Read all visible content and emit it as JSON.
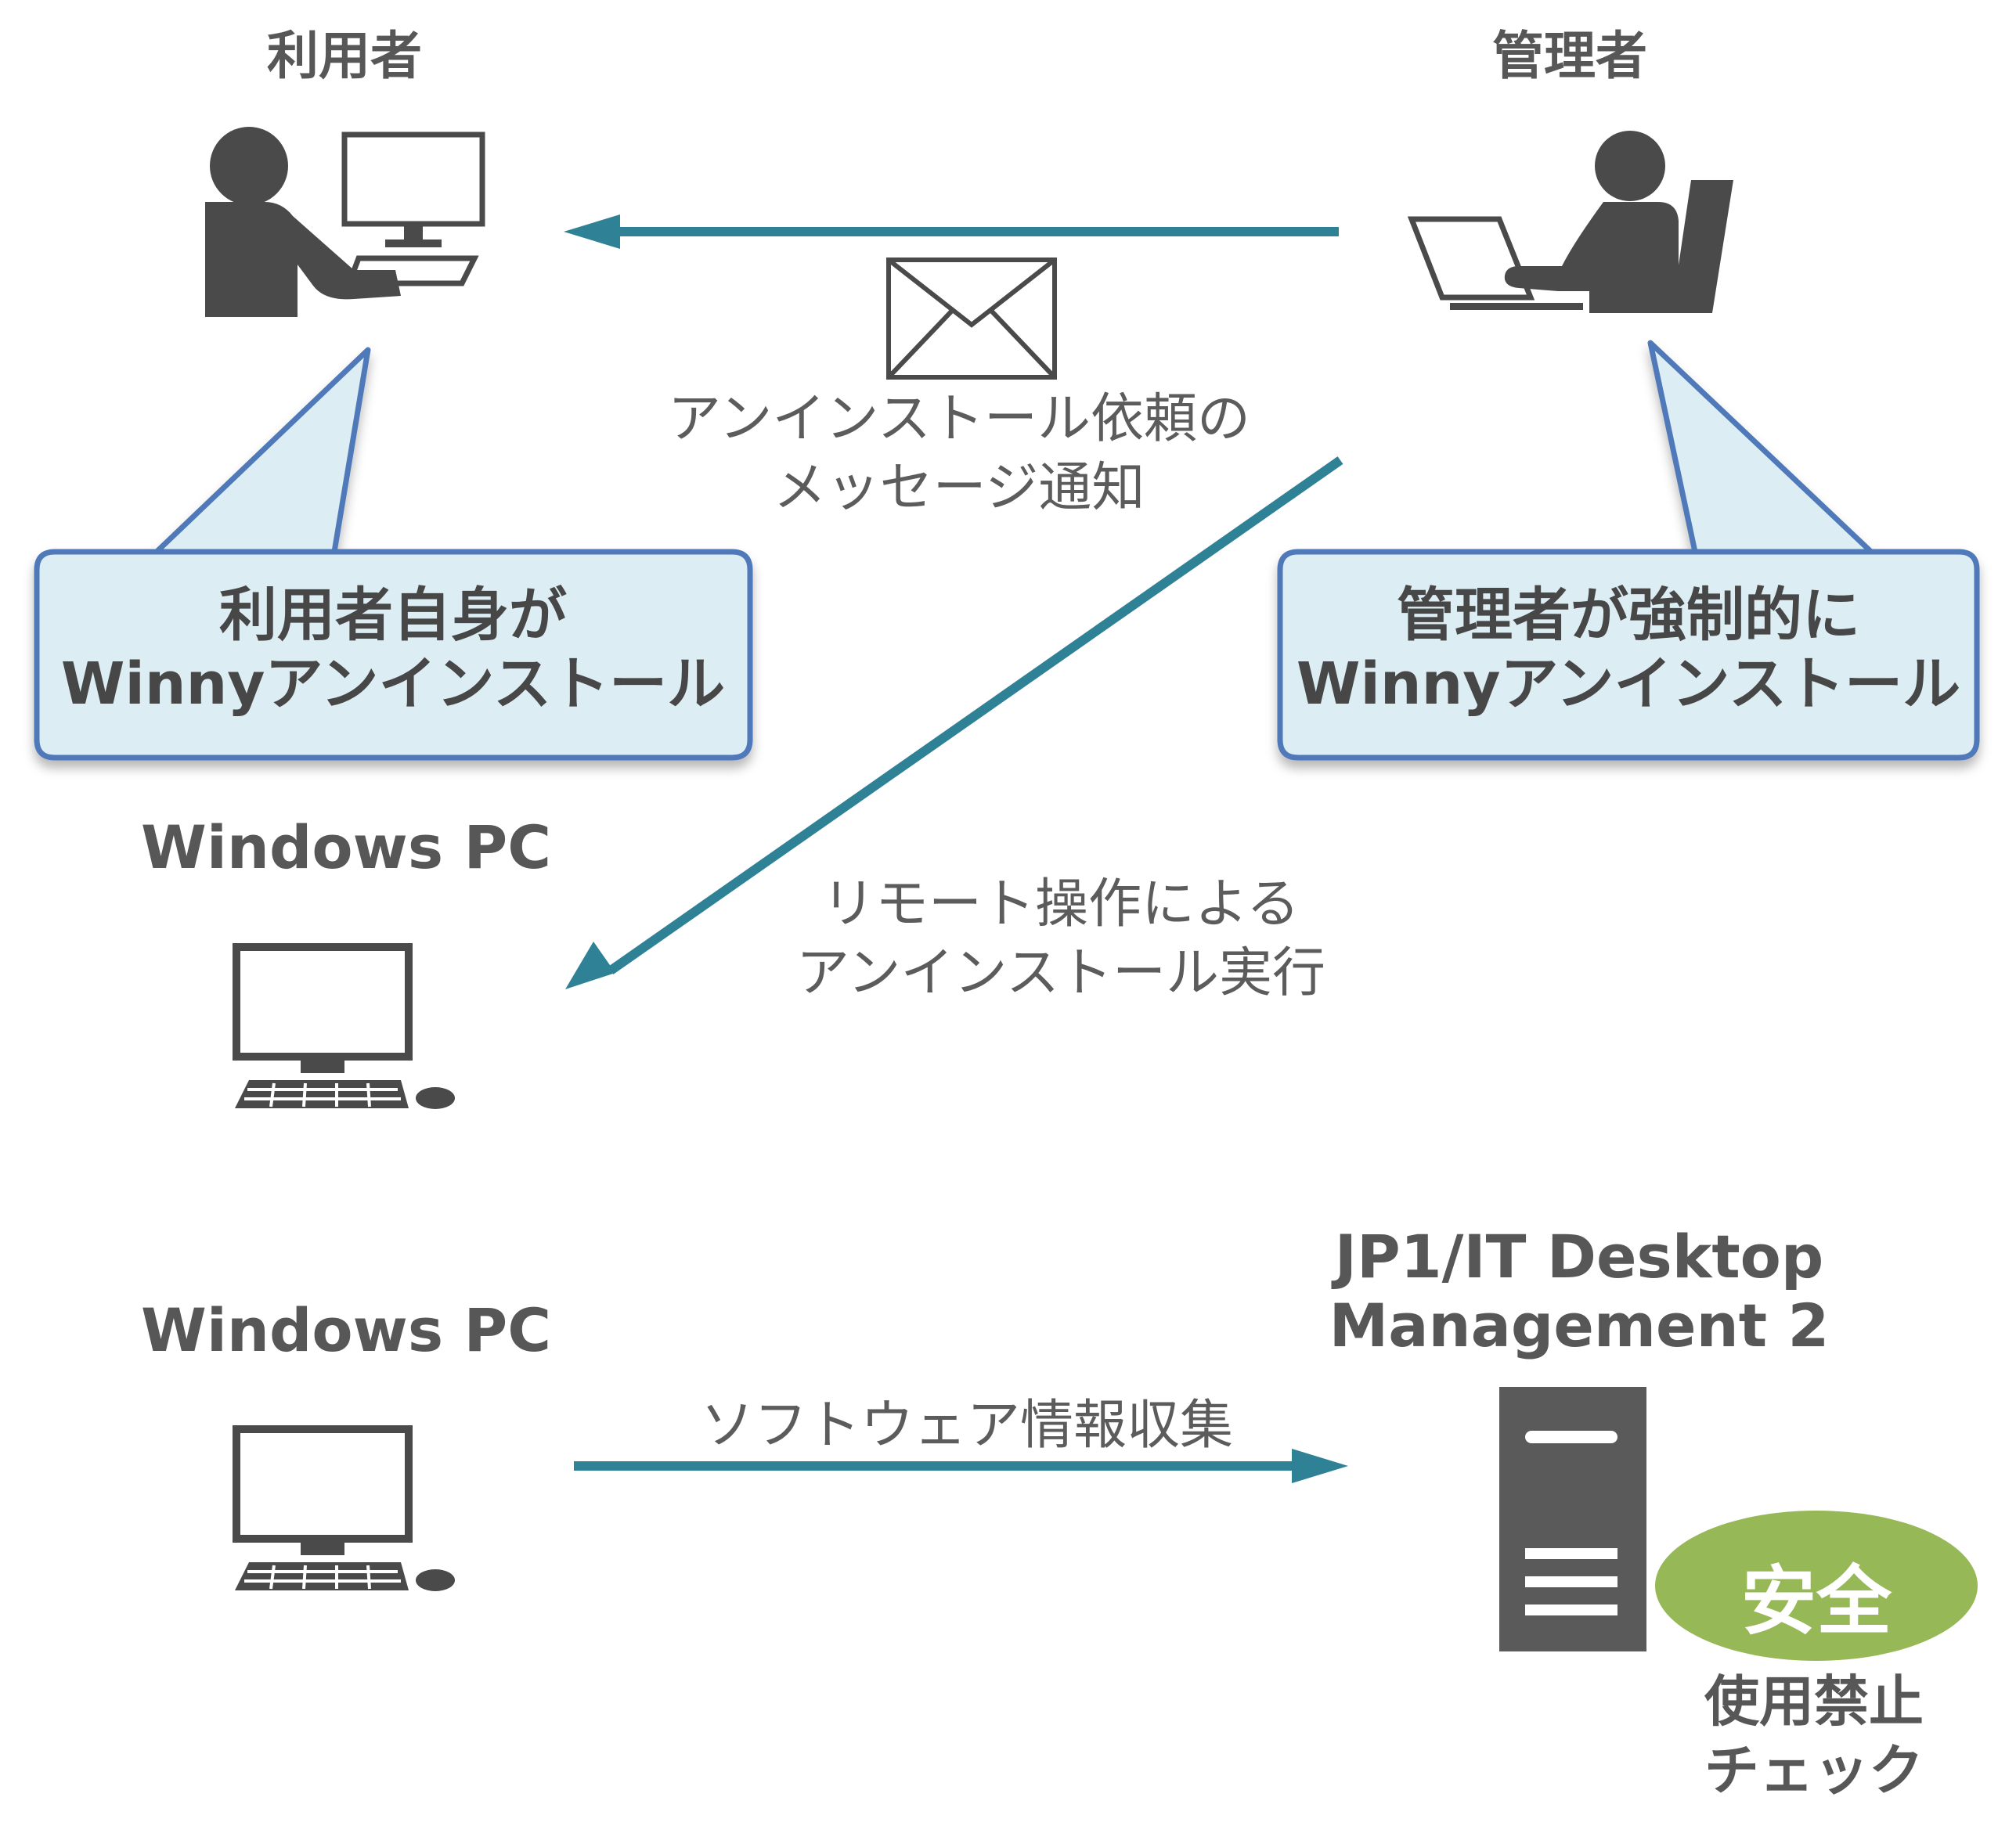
{
  "roles": {
    "user": "利用者",
    "admin": "管理者"
  },
  "bubbles": {
    "user": {
      "line1": "利用者自身が",
      "line2": "Winnyアンインストール"
    },
    "admin": {
      "line1": "管理者が強制的に",
      "line2": "Winnyアンインストール"
    }
  },
  "messages": {
    "notify": {
      "line1": "アンインストール依頼の",
      "line2": "メッセージ通知"
    },
    "remote": {
      "line1": "リモート操作による",
      "line2": "アンインストール実行"
    },
    "collect": "ソフトウェア情報収集"
  },
  "devices": {
    "pc_top": "Windows PC",
    "pc_bottom": "Windows PC",
    "server": {
      "line1": "JP1/IT Desktop",
      "line2": "Management 2"
    }
  },
  "badge": {
    "label": "安全"
  },
  "check": {
    "line1": "使用禁止",
    "line2": "チェック"
  },
  "colors": {
    "arrow": "#2f8295",
    "bubble_fill": "#dcedf4",
    "bubble_stroke": "#4f79b8",
    "icon": "#4a4a4a",
    "server": "#5a5a5a",
    "badge": "#97b857"
  },
  "icons": [
    "person-at-desktop-icon",
    "person-at-laptop-icon",
    "envelope-icon",
    "desktop-pc-icon",
    "server-icon"
  ]
}
